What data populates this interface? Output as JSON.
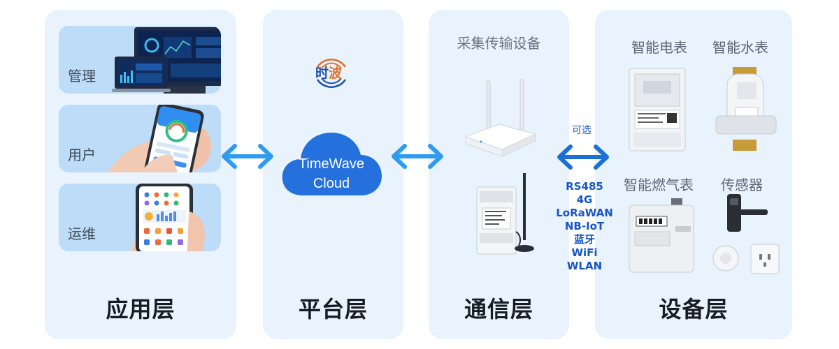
{
  "columns": {
    "application": {
      "title": "应用层",
      "cards": [
        {
          "label": "管理"
        },
        {
          "label": "用户"
        },
        {
          "label": "运维"
        }
      ]
    },
    "platform": {
      "title": "平台层",
      "logo_part1": "时",
      "logo_part2": "波",
      "cloud_line1": "TimeWave",
      "cloud_line2": "Cloud"
    },
    "communication": {
      "title": "通信层",
      "subtitle": "采集传输设备"
    },
    "device": {
      "title": "设备层",
      "items": [
        "智能电表",
        "智能水表",
        "智能燃气表",
        "传感器"
      ]
    }
  },
  "link": {
    "optional_label": "可选",
    "protocols": [
      "RS485",
      "4G",
      "LoRaWAN",
      "NB-IoT",
      "蓝牙",
      "WiFi",
      "WLAN"
    ]
  },
  "colors": {
    "panel": "#e9f3fd",
    "card": "#bcdcf8",
    "arrow": "#2f9bf0",
    "cloud": "#2470dd",
    "protocol_text": "#1756c8"
  }
}
